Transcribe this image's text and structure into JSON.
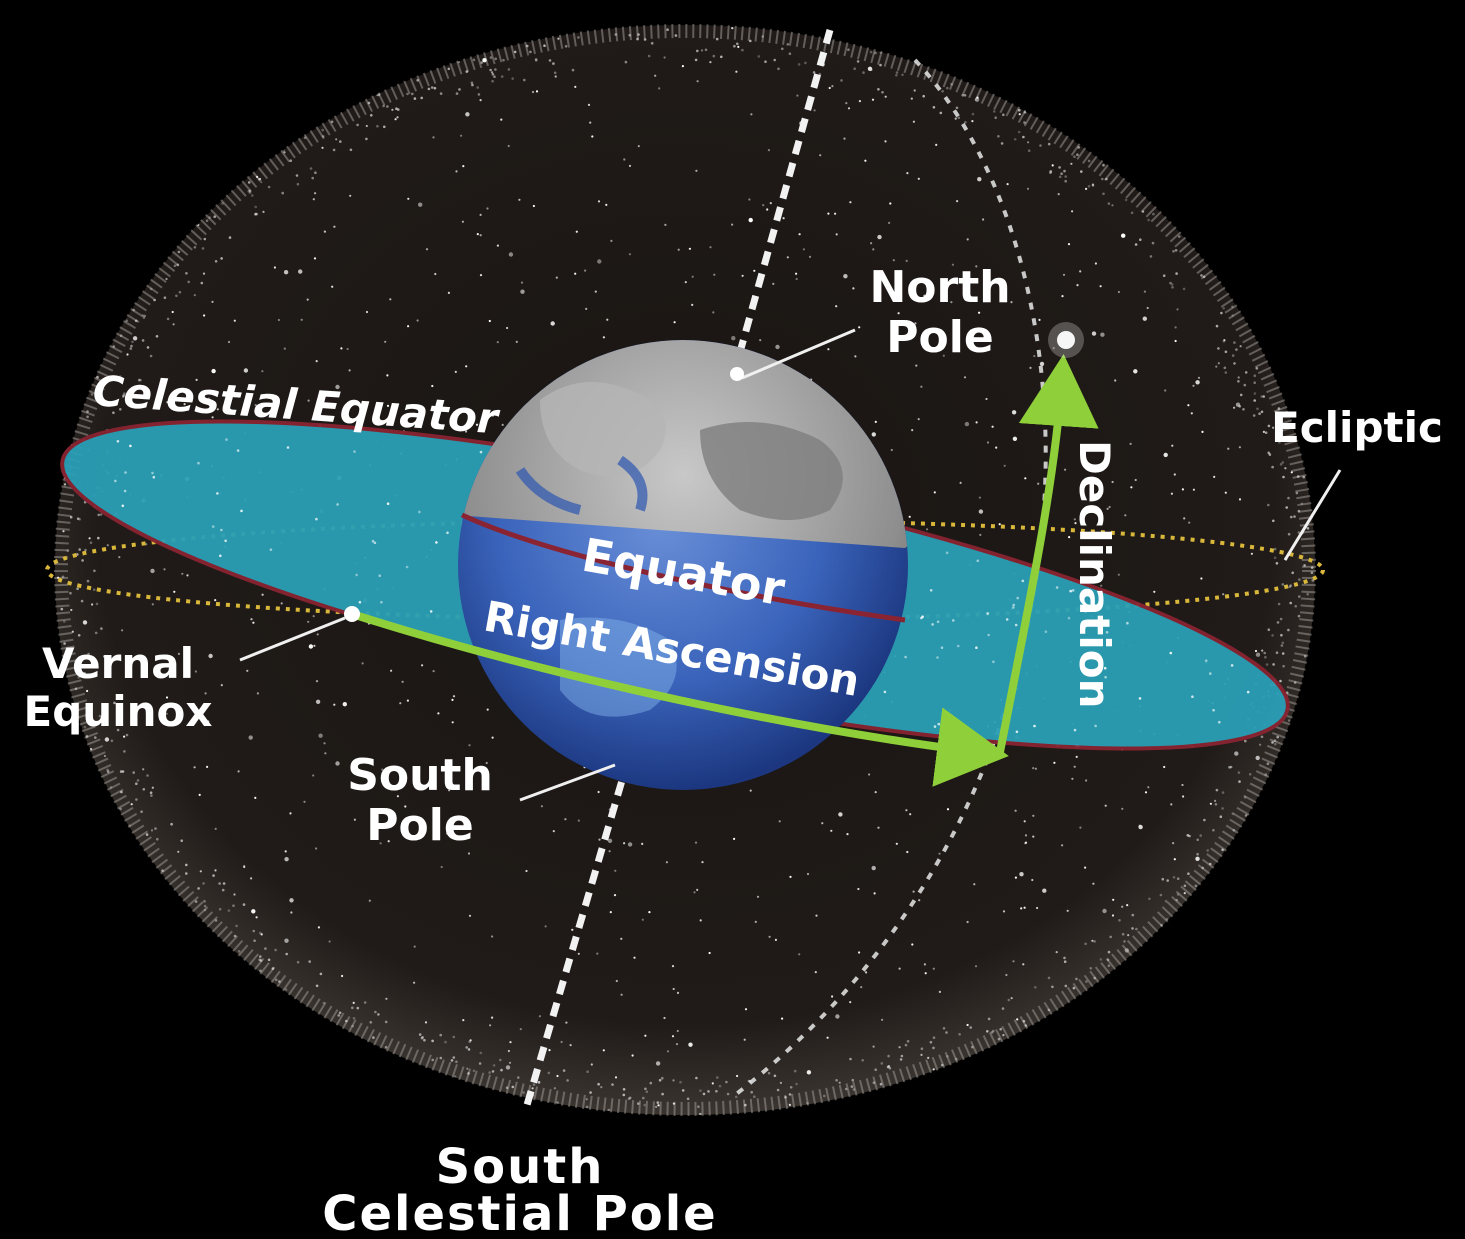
{
  "labels": {
    "north_pole": [
      "North",
      "Pole"
    ],
    "south_pole": [
      "South",
      "Pole"
    ],
    "celestial_equator": "Celestial Equator",
    "ecliptic": "Ecliptic",
    "equator": "Equator",
    "right_ascension": "Right Ascension",
    "declination": "Declination",
    "vernal_equinox": [
      "Vernal",
      "Equinox"
    ],
    "south_celestial_pole": [
      "South",
      "Celestial Pole"
    ]
  },
  "colors": {
    "background": "#000000",
    "sphere": "#1c1816",
    "celestial_equator_plane": "#2a9fb6",
    "plane_rim": "#8a2432",
    "ecliptic": "#d8b73a",
    "arrows": "#8fd03a",
    "earth_ocean": "#2e5fb8",
    "earth_land": "#9c9c9c",
    "dashed_lines": "#e8e8e8"
  }
}
